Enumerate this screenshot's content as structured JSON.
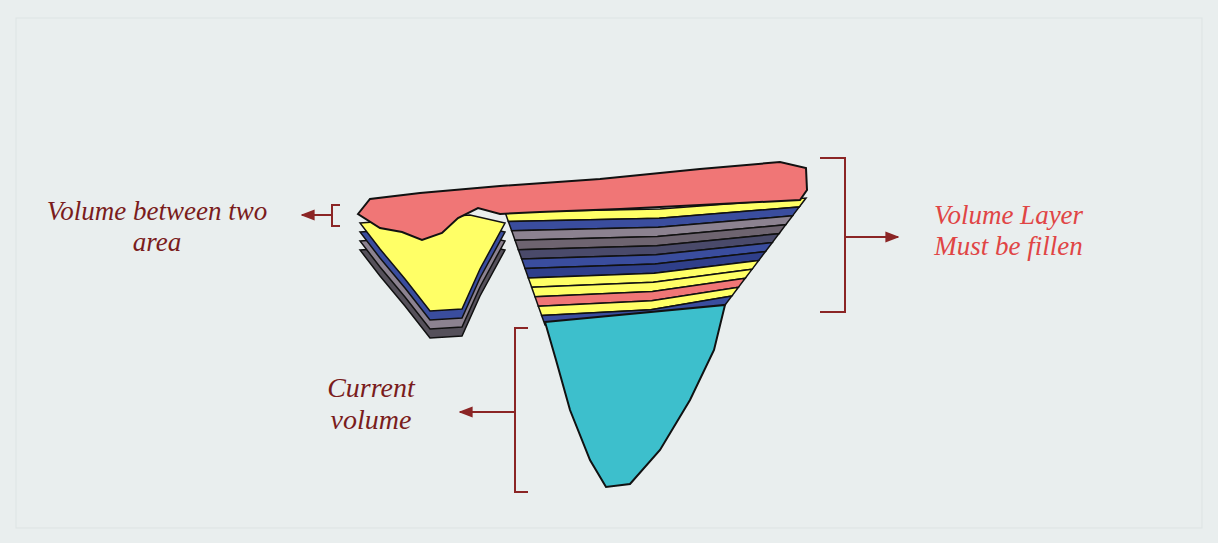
{
  "diagram": {
    "labels": [
      "Volume between two area",
      "Volume Layer Must be fillen",
      "Current volume"
    ]
  }
}
